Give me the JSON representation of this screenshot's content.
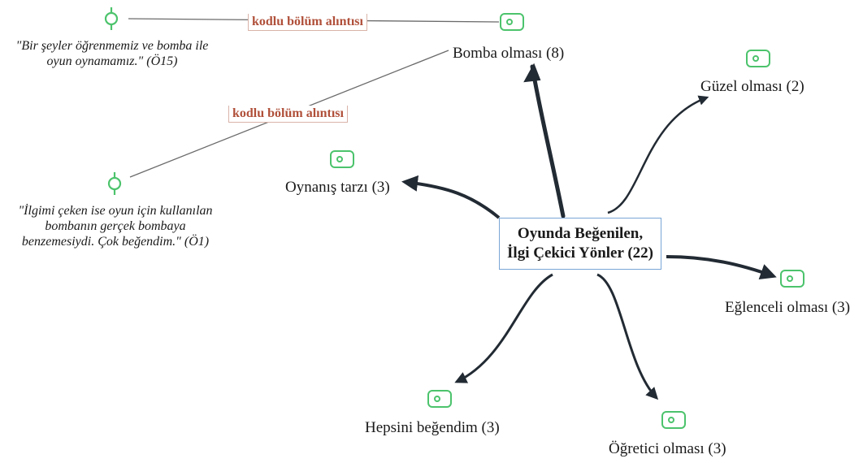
{
  "central": {
    "line1": "Oyunda Beğenilen,",
    "line2": "İlgi Çekici Yönler (22)"
  },
  "codes": {
    "bomba": "Bomba olması (8)",
    "guzel": "Güzel olması (2)",
    "oynanis": "Oynanış tarzı (3)",
    "eglenceli": "Eğlenceli olması (3)",
    "hepsini": "Hepsini beğendim (3)",
    "ogretici": "Öğretici olması (3)"
  },
  "links": {
    "top": "kodlu bölüm alıntısı",
    "middle": "kodlu bölüm alıntısı"
  },
  "quotes": {
    "q15_line1": "\"Bir şeyler öğrenmemiz ve bomba ile",
    "q15_line2": "oyun oynamamız.\" (Ö15)",
    "q1_line1": "\"İlgimi çeken ise oyun için kullanılan",
    "q1_line2": "bombanın gerçek bombaya",
    "q1_line3": "benzemesiydi. Çok beğendim.\" (Ö1)"
  },
  "icons": {
    "code": "code-node-icon",
    "quote": "quotation-node-icon"
  },
  "colors": {
    "code_icon": "#4cc36c",
    "link_text": "#b0503a",
    "central_border": "#7aa6d6",
    "arrow": "#222a33"
  }
}
